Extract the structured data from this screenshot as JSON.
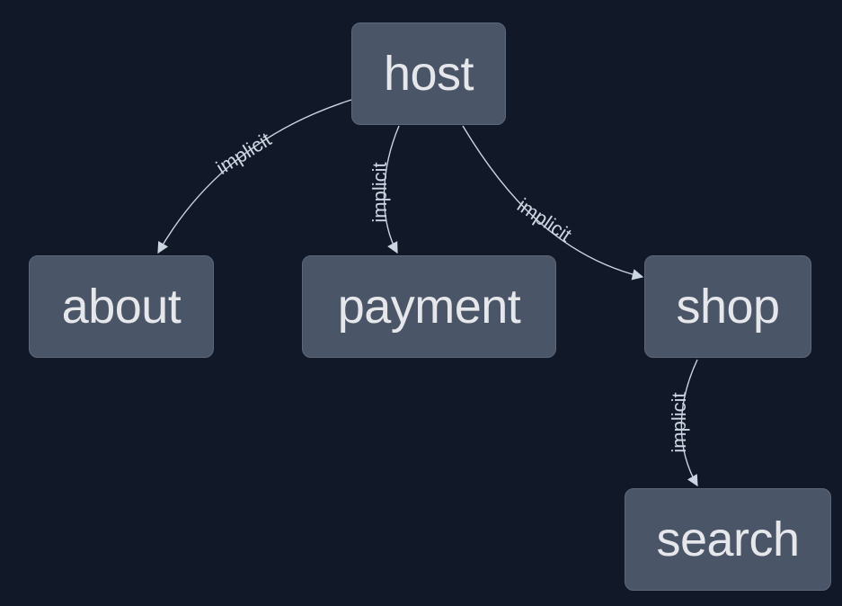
{
  "colors": {
    "background": "#111827",
    "node_fill": "#4b5568",
    "node_text": "#e5e7eb",
    "edge": "#cbd5e1"
  },
  "nodes": {
    "host": "host",
    "about": "about",
    "payment": "payment",
    "shop": "shop",
    "search": "search"
  },
  "edges": [
    {
      "from": "host",
      "to": "about",
      "label": "implicit"
    },
    {
      "from": "host",
      "to": "payment",
      "label": "implicit"
    },
    {
      "from": "host",
      "to": "shop",
      "label": "implicit"
    },
    {
      "from": "shop",
      "to": "search",
      "label": "implicit"
    }
  ]
}
